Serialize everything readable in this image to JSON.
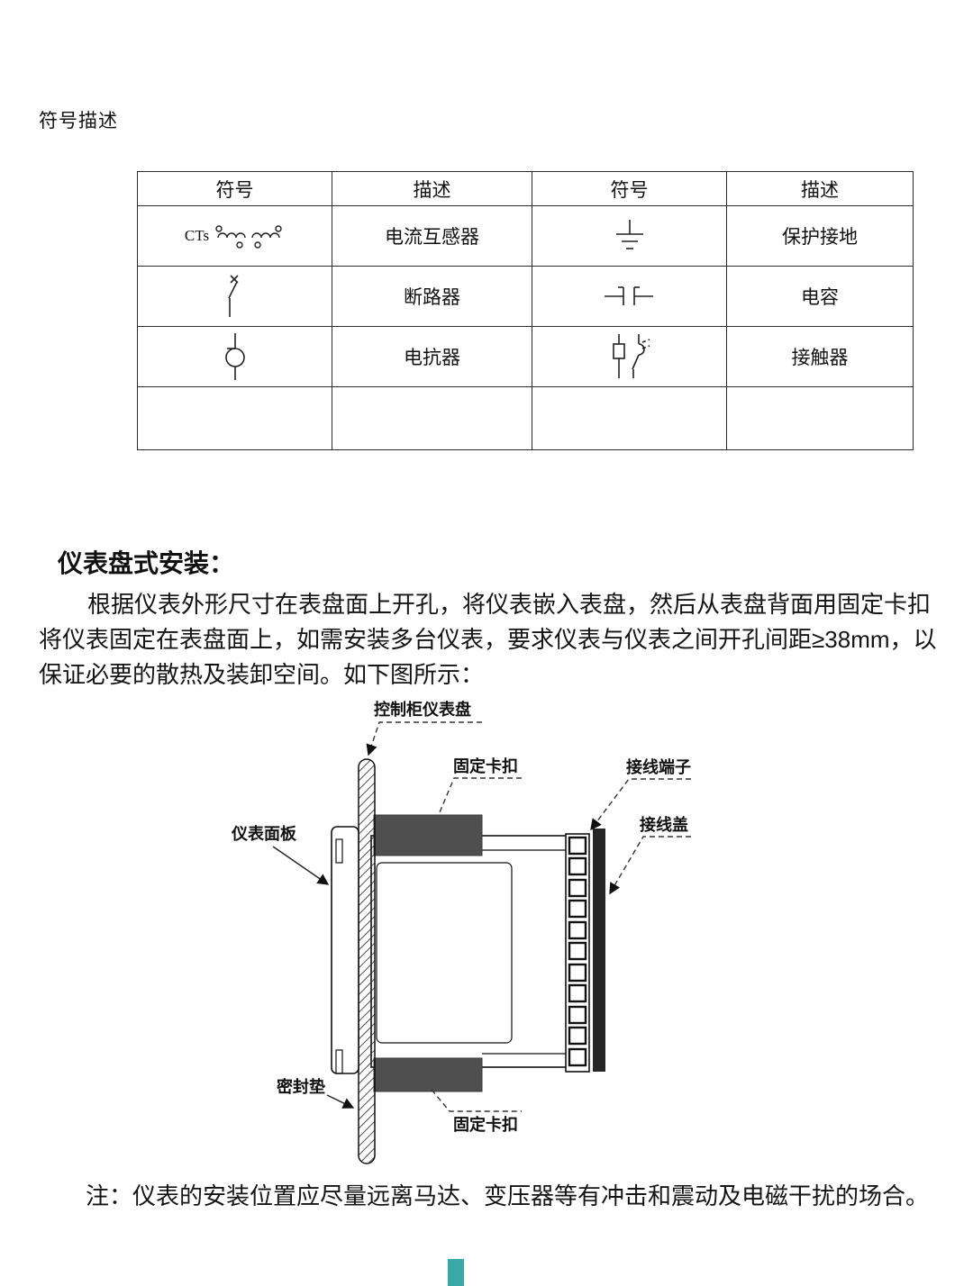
{
  "page": {
    "symbol_section_title": "符号描述",
    "note": "注：仪表的安装位置应尽量远离马达、变压器等有冲击和震动及电磁干扰的场合。"
  },
  "symbol_table": {
    "headers": [
      "符号",
      "描述",
      "符号",
      "描述"
    ],
    "cts_label": "CTs",
    "rows": [
      {
        "desc1": "电流互感器",
        "desc2": "保护接地"
      },
      {
        "desc1": "断路器",
        "desc2": "电容"
      },
      {
        "desc1": "电抗器",
        "desc2": "接触器"
      },
      {
        "desc1": "",
        "desc2": ""
      }
    ],
    "symbol_icons": [
      "current-transformer",
      "protective-earth",
      "circuit-breaker",
      "capacitor",
      "reactor",
      "contactor"
    ]
  },
  "install": {
    "title": "仪表盘式安装：",
    "paragraph": "根据仪表外形尺寸在表盘面上开孔，将仪表嵌入表盘，然后从表盘背面用固定卡扣将仪表固定在表盘面上，如需安装多台仪表，要求仪表与仪表之间开孔间距≥38mm，以保证必要的散热及装卸空间。如下图所示："
  },
  "diagram": {
    "labels": {
      "panel": "控制柜仪表盘",
      "clip_top": "固定卡扣",
      "terminals": "接线端子",
      "cover": "接线盖",
      "faceplate": "仪表面板",
      "gasket": "密封垫",
      "clip_bottom": "固定卡扣"
    }
  },
  "decoration": {
    "edge_mark_color": "#3ba8a8"
  }
}
